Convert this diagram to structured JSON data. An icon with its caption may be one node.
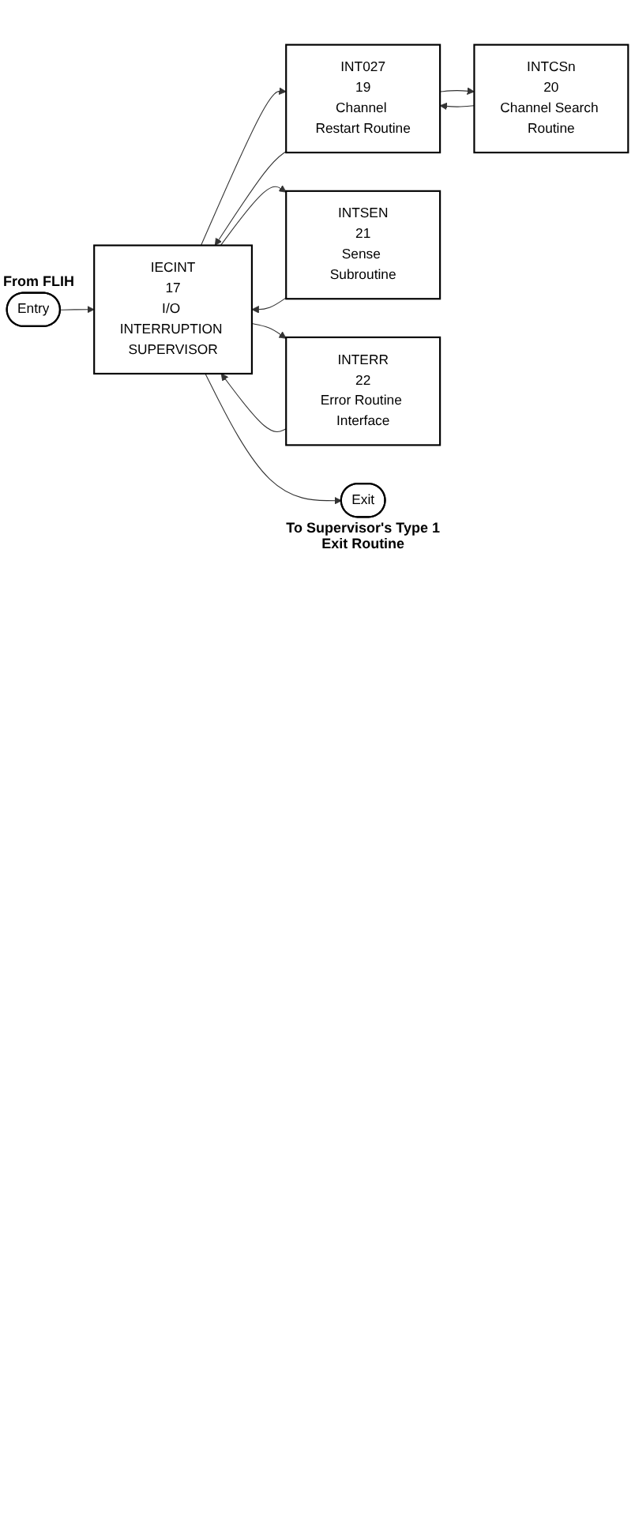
{
  "diagram": {
    "nodes": [
      {
        "text": [
          "Entry"
        ],
        "beside": [
          "From FLIH"
        ]
      },
      {
        "text": [
          "IECINT",
          "17",
          "I/O INTERRUPTION SUPERVISOR"
        ]
      },
      {
        "text": [
          "INT027",
          "19",
          "Channel Restart Routine"
        ]
      },
      {
        "text": [
          "INTCSn",
          "20",
          "Channel Search Routine"
        ]
      },
      {
        "text": [
          "INTSEN",
          "21",
          "Sense Subroutine"
        ]
      },
      {
        "text": [
          "INTERR",
          "22",
          "Error Routine Interface"
        ]
      },
      {
        "text": [
          "Exit"
        ],
        "beside": [
          "To Supervisor's Type 1 Exit Routine"
        ]
      }
    ],
    "edges": [
      {
        "from": 0,
        "to": 1,
        "arrow": "to"
      },
      {
        "from": 1,
        "to": 2,
        "arrow": "to"
      },
      {
        "from": 2,
        "to": 1,
        "arrow": "to"
      },
      {
        "from": 2,
        "to": 3,
        "arrow": "to"
      },
      {
        "from": 3,
        "to": 2,
        "arrow": "to"
      },
      {
        "from": 1,
        "to": 4,
        "arrow": "to"
      },
      {
        "from": 4,
        "to": 1,
        "arrow": "to"
      },
      {
        "from": 1,
        "to": 5,
        "arrow": "to"
      },
      {
        "from": 5,
        "to": 1,
        "arrow": "to"
      },
      {
        "from": 1,
        "to": 6,
        "arrow": "to"
      }
    ]
  }
}
